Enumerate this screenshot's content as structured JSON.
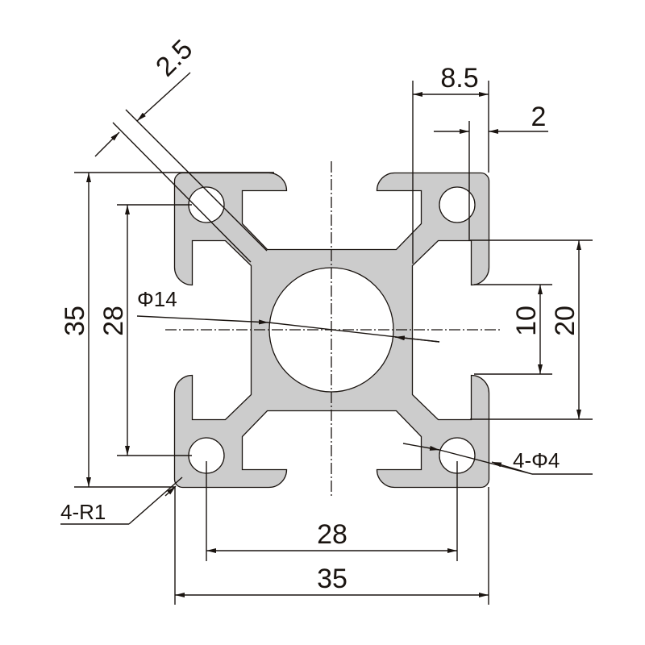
{
  "drawing": {
    "title": "35x35 aluminium extrusion profile cross-section",
    "colors": {
      "profile_fill": "#cccccc",
      "line": "#1a1410",
      "background": "#ffffff"
    },
    "dimensions": {
      "overall_height": "35",
      "hole_pitch_vertical": "28",
      "overall_width": "35",
      "hole_pitch_horizontal": "28",
      "slot_outer": "20",
      "slot_opening": "10",
      "top_width": "8.5",
      "wall": "2",
      "diagonal_wall": "2.5",
      "center_bore": "Φ14",
      "holes": "4-Φ4",
      "corner_radius": "4-R1"
    }
  }
}
